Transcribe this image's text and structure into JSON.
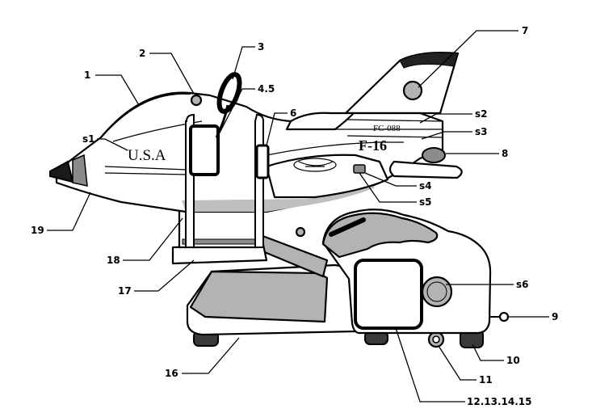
{
  "decals": {
    "country": "U.S.A",
    "tail_code": "FC-088",
    "model": "F-16"
  },
  "callouts": {
    "c1": "1",
    "c2": "2",
    "c3": "3",
    "c45": "4.5",
    "c6": "6",
    "c7": "7",
    "c8": "8",
    "c9": "9",
    "c10": "10",
    "c11": "11",
    "c12": "12.13.14.15",
    "c16": "16",
    "c17": "17",
    "c18": "18",
    "c19": "19",
    "s1": "s1",
    "s2": "s2",
    "s3": "s3",
    "s4": "s4",
    "s5": "s5",
    "s6": "s6"
  },
  "colors": {
    "outline": "#000000",
    "fill": "#ffffff",
    "shade": "#b3b3b3",
    "dark_shade": "#6f6f6f"
  }
}
